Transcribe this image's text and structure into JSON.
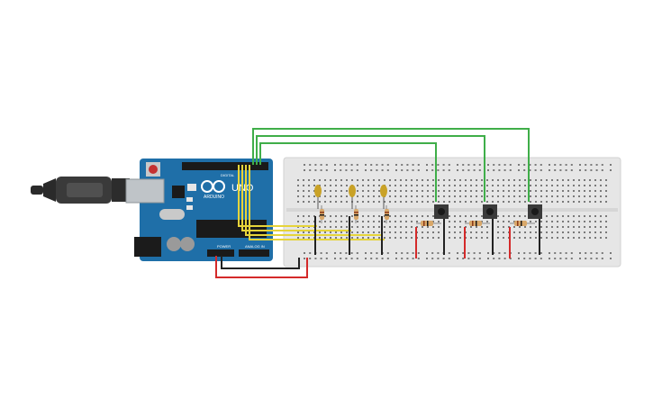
{
  "arduino": {
    "brand": "UNO",
    "logo_text": "ARDUINO",
    "digital_label": "DIGITAL",
    "power_label": "POWER",
    "analog_label": "ANALOG IN",
    "icon": "arduino-infinity-logo"
  },
  "colors": {
    "board": "#1f6fa8",
    "breadboard": "#e6e6e6",
    "wire_green": "#3fae49",
    "wire_yellow": "#e6d43a",
    "wire_red": "#d42a2a",
    "wire_black": "#222222",
    "led": "#c9a227",
    "usb_cable": "#2a2a2a"
  },
  "components": {
    "leds": 3,
    "resistors": 6,
    "pushbuttons": 3
  }
}
